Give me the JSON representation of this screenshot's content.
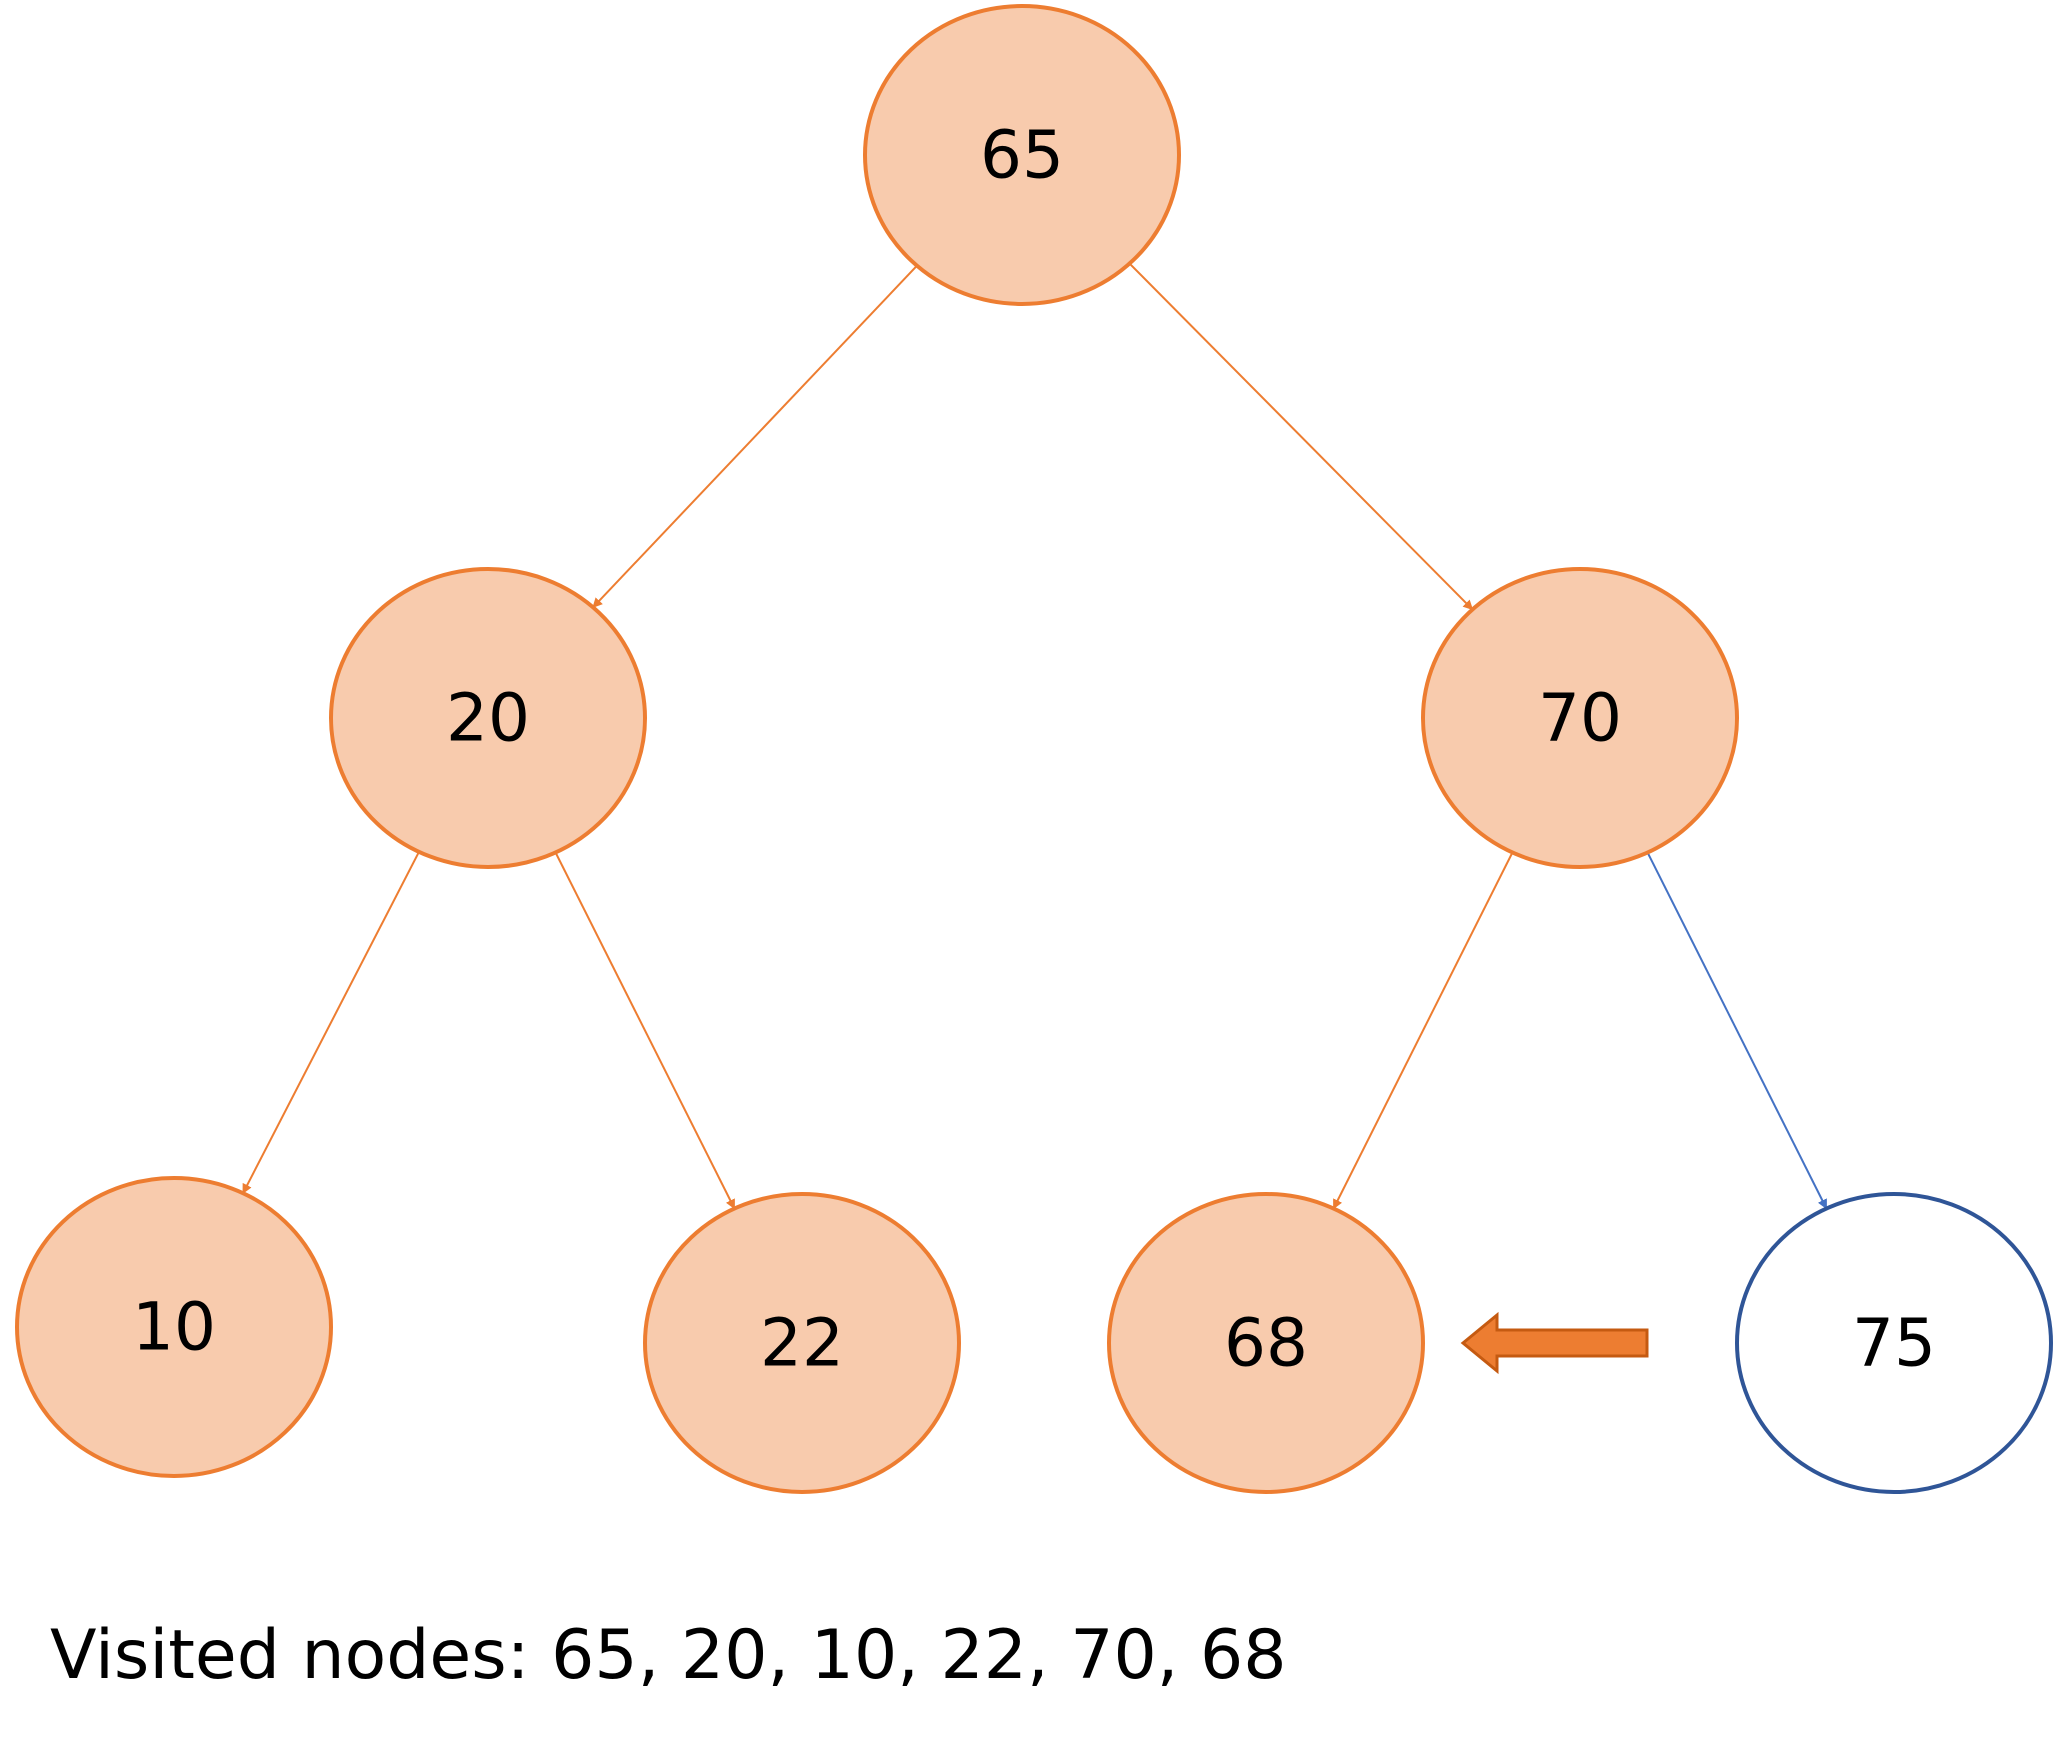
{
  "colors": {
    "visited_fill": "#F8CBAD",
    "visited_stroke": "#ED7D31",
    "unvisited_fill": "#FFFFFF",
    "unvisited_stroke": "#2F5597",
    "visited_edge": "#ED7D31",
    "current_edge": "#4472C4",
    "pointer_arrow_fill": "#ED7D31",
    "pointer_arrow_stroke": "#C55A11"
  },
  "nodes": [
    {
      "id": "n65",
      "label": "65",
      "state": "visited"
    },
    {
      "id": "n20",
      "label": "20",
      "state": "visited"
    },
    {
      "id": "n70",
      "label": "70",
      "state": "visited"
    },
    {
      "id": "n10",
      "label": "10",
      "state": "visited"
    },
    {
      "id": "n22",
      "label": "22",
      "state": "visited"
    },
    {
      "id": "n68",
      "label": "68",
      "state": "visited"
    },
    {
      "id": "n75",
      "label": "75",
      "state": "unvisited"
    }
  ],
  "edges": [
    {
      "from": "n65",
      "to": "n20",
      "state": "visited"
    },
    {
      "from": "n65",
      "to": "n70",
      "state": "visited"
    },
    {
      "from": "n20",
      "to": "n10",
      "state": "visited"
    },
    {
      "from": "n20",
      "to": "n22",
      "state": "visited"
    },
    {
      "from": "n70",
      "to": "n68",
      "state": "visited"
    },
    {
      "from": "n70",
      "to": "n75",
      "state": "current"
    }
  ],
  "pointer": {
    "from": "n75",
    "to": "n68"
  },
  "caption": "Visited nodes: 65, 20, 10, 22, 70, 68"
}
